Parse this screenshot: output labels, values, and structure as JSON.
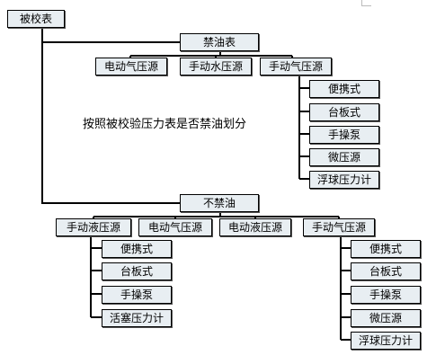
{
  "root": "被校表",
  "group_oil_free": {
    "label": "禁油表",
    "children": [
      "电动气压源",
      "手动水压源",
      "手动气压源"
    ],
    "pneumatic_children": [
      "便携式",
      "台板式",
      "手操泵",
      "微压源",
      "浮球压力计"
    ]
  },
  "note": "按照被校验压力表是否禁油划分",
  "group_not_oil_free": {
    "label": "不禁油",
    "children": [
      "手动液压源",
      "电动气压源",
      "电动液压源",
      "手动气压源"
    ],
    "hydraulic_children": [
      "便携式",
      "台板式",
      "手操泵",
      "活塞压力计"
    ],
    "pneumatic_children": [
      "便携式",
      "台板式",
      "手操泵",
      "微压源",
      "浮球压力计"
    ]
  }
}
